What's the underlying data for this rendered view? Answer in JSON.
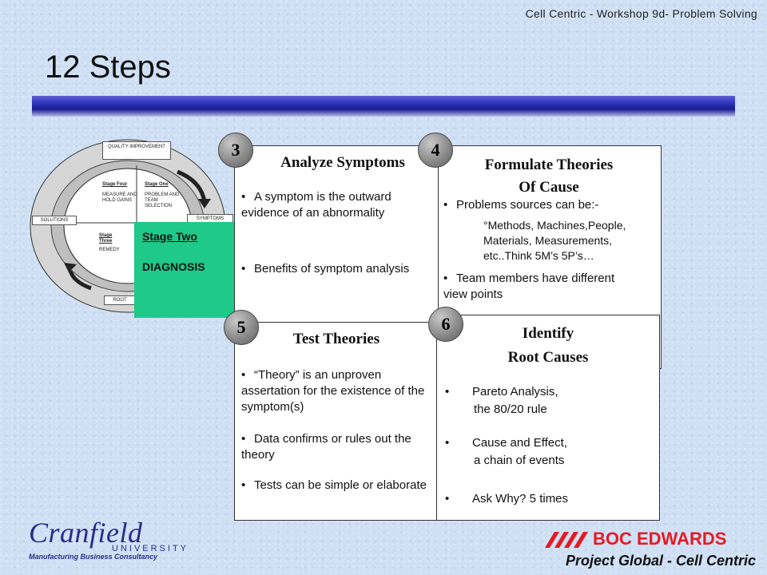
{
  "header": {
    "title": "Cell Centric - Workshop 9d- Problem Solving"
  },
  "page_title": "12 Steps",
  "wheel": {
    "top_box": "QUALITY IMPROVEMENT",
    "left_box": "SOLUTIONS",
    "right_box": "SYMPTOMS",
    "bottom_box": "ROOT",
    "stage_four": {
      "title": "Stage Four",
      "text": "MEASURE AND HOLD GAINS"
    },
    "stage_one": {
      "title": "Stage One",
      "text": "PROBLEM AND TEAM SELECTION"
    },
    "stage_three": {
      "title": "Stage Three",
      "text": "REMEDY"
    }
  },
  "stage_two": {
    "label": "Stage Two",
    "subtitle": "DIAGNOSIS"
  },
  "steps": [
    {
      "number": "3",
      "title": "Analyze Symptoms",
      "bullets": [
        "A symptom is the outward evidence of an abnormality",
        "Benefits of symptom analysis"
      ]
    },
    {
      "number": "4",
      "title_line1": "Formulate Theories",
      "title_line2": "Of Cause",
      "bullets": [
        "Problems sources can be:-",
        "Team members have different view points"
      ],
      "sub_note": "°Methods, Machines,People, Materials, Measurements, etc..Think 5M’s 5P’s…"
    },
    {
      "number": "5",
      "title": "Test Theories",
      "bullets": [
        "“Theory” is an unproven assertation for the existence of the symptom(s)",
        "Data confirms or rules out the theory",
        "Tests can be simple or elaborate"
      ]
    },
    {
      "number": "6",
      "title_line1": "Identify",
      "title_line2": "Root Causes",
      "bullets": [
        "Pareto Analysis,",
        "Cause and Effect,",
        "Ask Why? 5 times"
      ],
      "bullet_notes": [
        "the 80/20 rule",
        "a chain of events"
      ]
    }
  ],
  "logos": {
    "cranfield_name": "Cranfield",
    "cranfield_university": "UNIVERSITY",
    "cranfield_sub": "Manufacturing Business Consultancy",
    "boc": "BOC EDWARDS"
  },
  "footer": {
    "text": "Project Global - Cell Centric"
  },
  "colors": {
    "stage_two_green": "#1ec98a",
    "title_bar_blue": "#2b2fb6",
    "boc_red": "#e31b23",
    "cranfield_blue": "#2a2a8a"
  },
  "icons": {
    "bullet": "bullet-dot-icon",
    "arrows": "curved-arrow-icon",
    "dotted_arrow": "dotted-arrow-icon",
    "boc_logo": "boc-stripes-icon"
  }
}
